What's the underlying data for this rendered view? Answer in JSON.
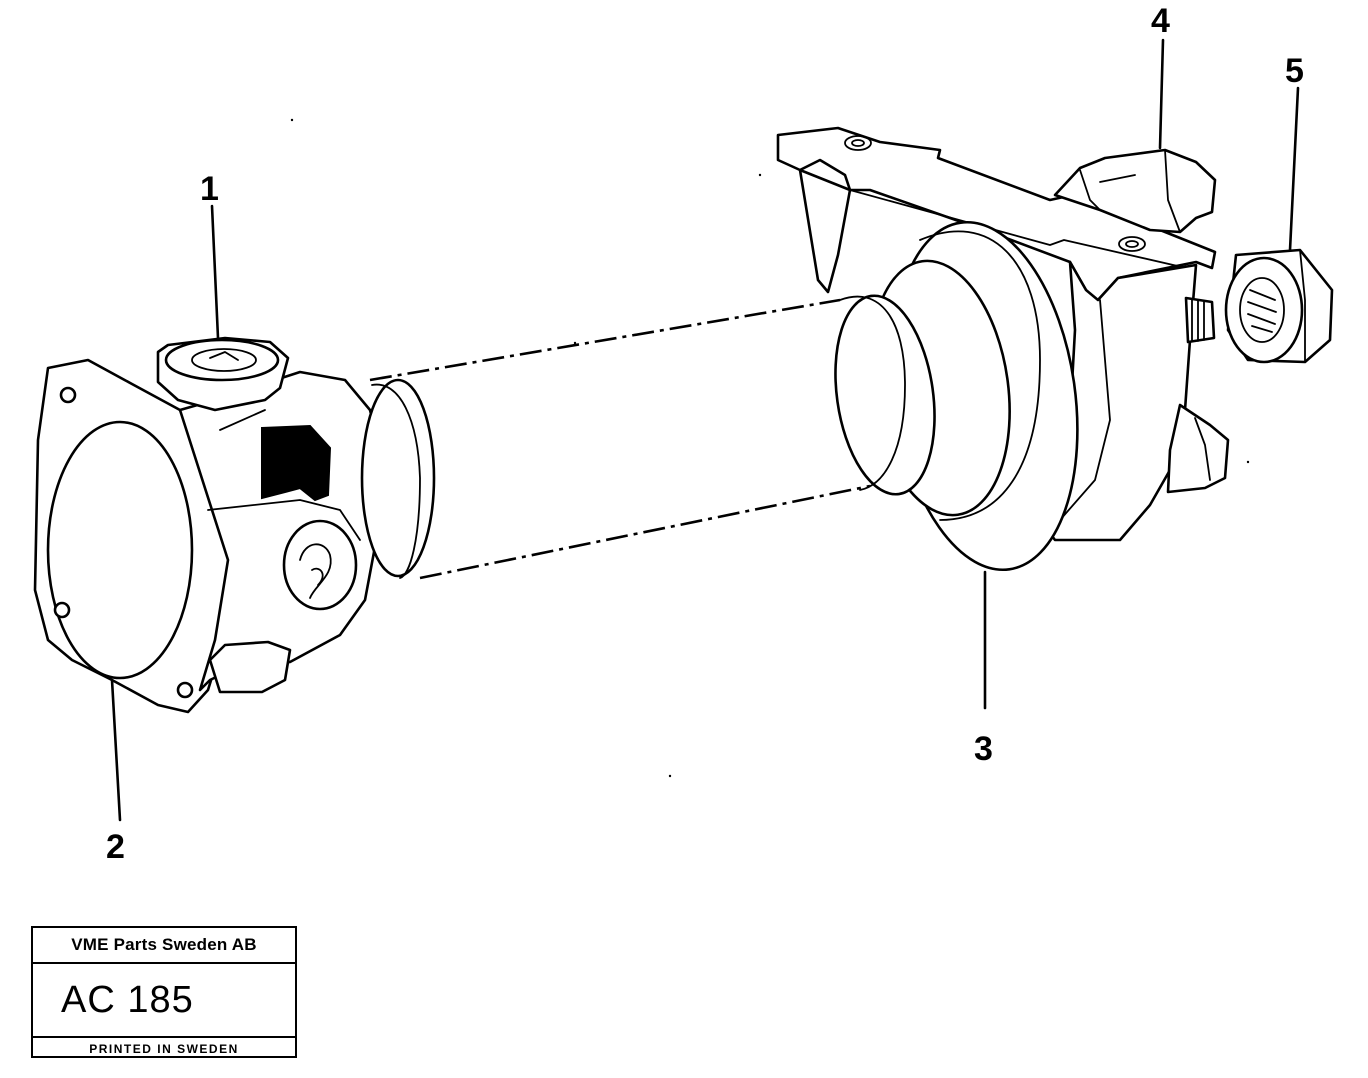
{
  "callouts": [
    {
      "id": "1",
      "label": "1"
    },
    {
      "id": "2",
      "label": "2"
    },
    {
      "id": "3",
      "label": "3"
    },
    {
      "id": "4",
      "label": "4"
    },
    {
      "id": "5",
      "label": "5"
    }
  ],
  "title_block": {
    "company": "VME Parts Sweden AB",
    "code": "AC 185",
    "printed": "PRINTED IN SWEDEN"
  }
}
